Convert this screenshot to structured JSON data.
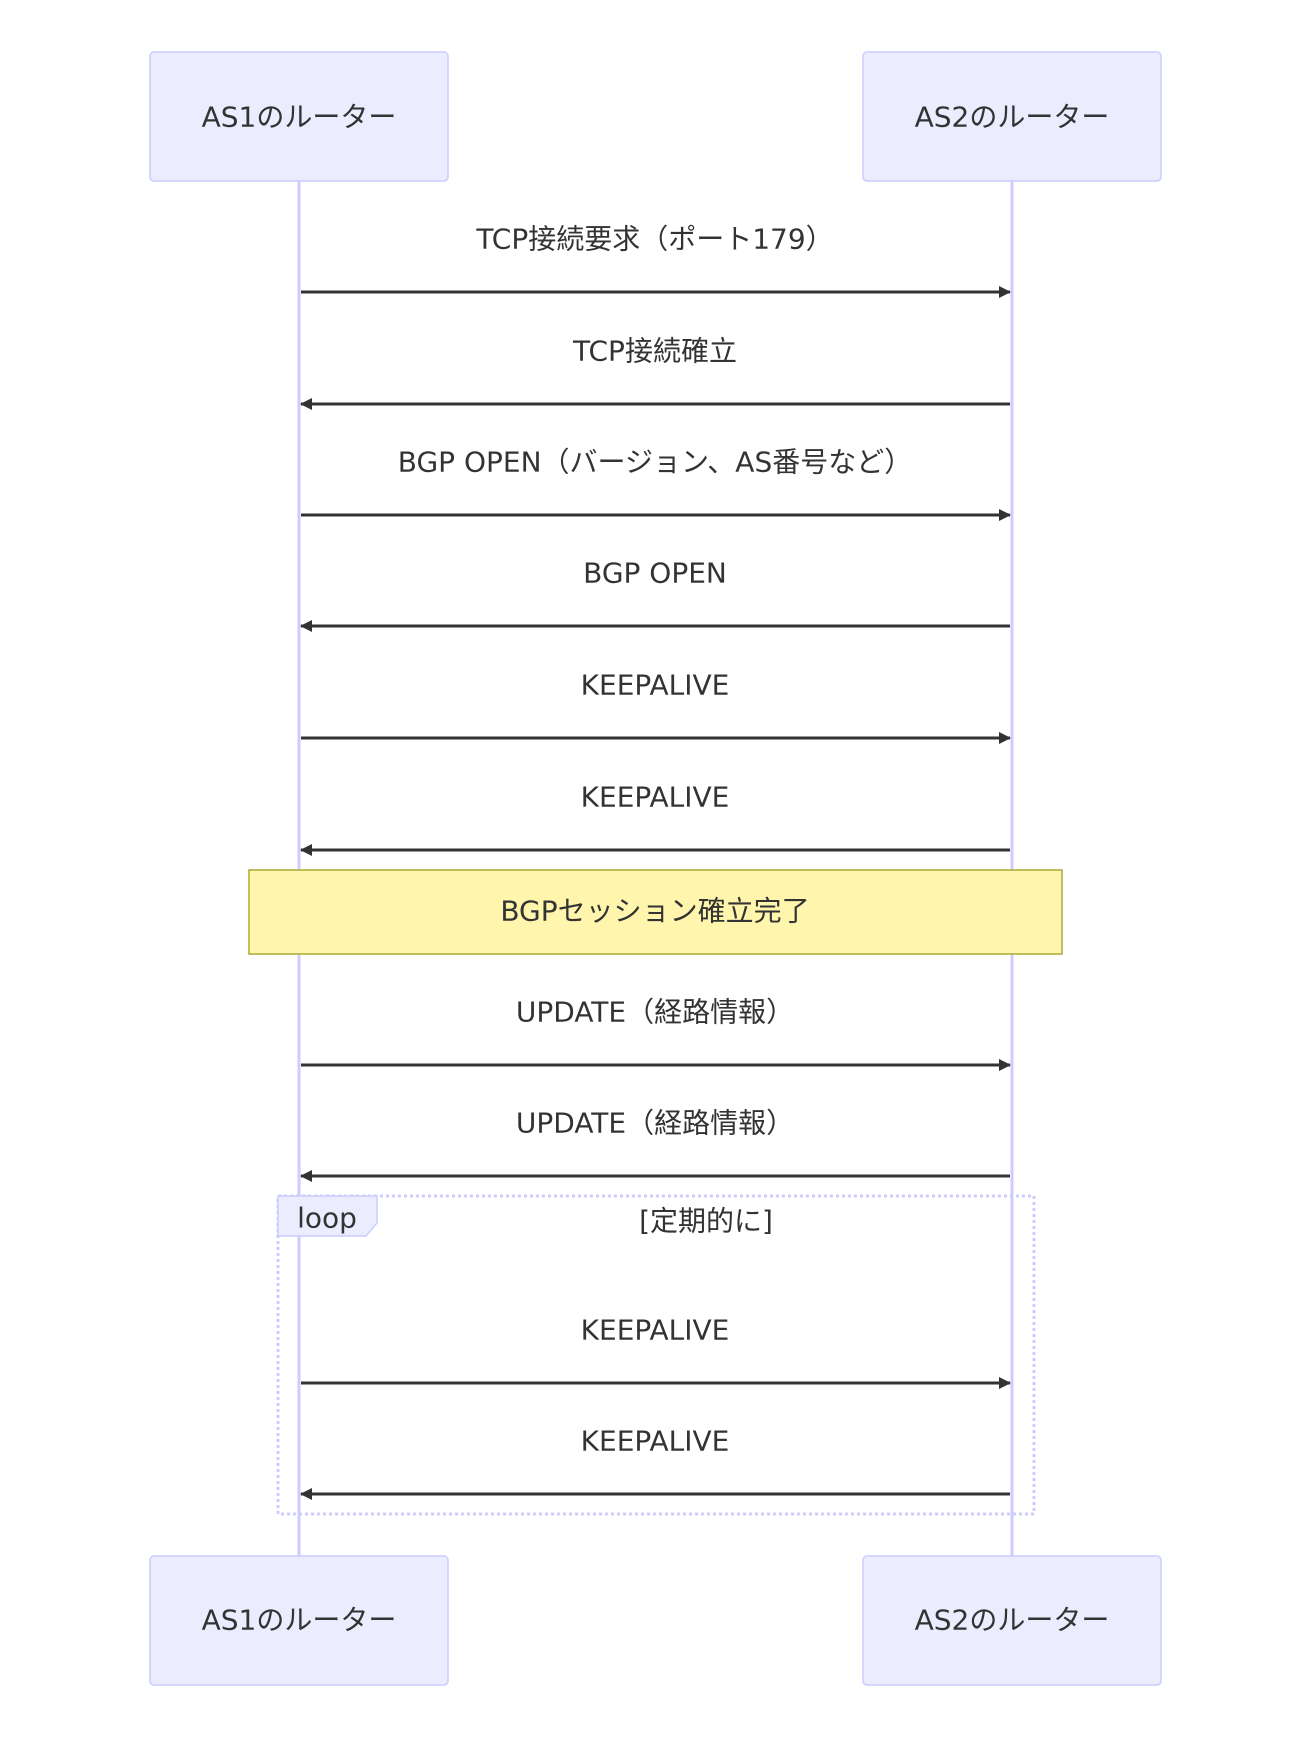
{
  "participants": [
    {
      "id": "as1",
      "label": "AS1のルーター"
    },
    {
      "id": "as2",
      "label": "AS2のルーター"
    }
  ],
  "messages": [
    {
      "from": "as1",
      "to": "as2",
      "text": "TCP接続要求（ポート179）"
    },
    {
      "from": "as2",
      "to": "as1",
      "text": "TCP接続確立"
    },
    {
      "from": "as1",
      "to": "as2",
      "text": "BGP OPEN（バージョン、AS番号など）"
    },
    {
      "from": "as2",
      "to": "as1",
      "text": "BGP OPEN"
    },
    {
      "from": "as1",
      "to": "as2",
      "text": "KEEPALIVE"
    },
    {
      "from": "as2",
      "to": "as1",
      "text": "KEEPALIVE"
    },
    {
      "from": "as1",
      "to": "as2",
      "text": "UPDATE（経路情報）"
    },
    {
      "from": "as2",
      "to": "as1",
      "text": "UPDATE（経路情報）"
    },
    {
      "from": "as1",
      "to": "as2",
      "text": "KEEPALIVE"
    },
    {
      "from": "as2",
      "to": "as1",
      "text": "KEEPALIVE"
    }
  ],
  "note": {
    "text": "BGPセッション確立完了"
  },
  "loop": {
    "label": "loop",
    "condition": "[定期的に]"
  },
  "colors": {
    "actor_fill": "#ECECFF",
    "actor_stroke": "#CCCCFF",
    "note_fill": "#FFF5AD",
    "note_stroke": "#AAAA33",
    "line": "#333333"
  }
}
